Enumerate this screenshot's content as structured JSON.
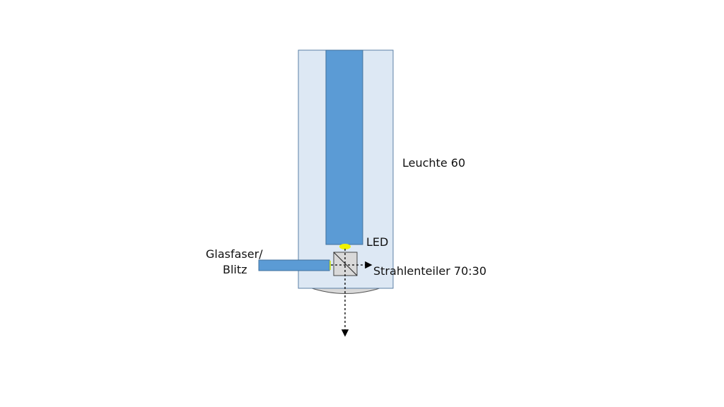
{
  "labels": {
    "lamp": "Leuchte 60",
    "led": "LED",
    "fiber_line1": "Glasfaser/",
    "fiber_line2": "Blitz",
    "splitter": "Strahlenteiler 70:30"
  },
  "colors": {
    "housing_fill": "#dde8f4",
    "housing_stroke": "#5b7fa6",
    "bar_fill": "#5b9bd5",
    "led": "#f2f200",
    "cube_fill": "#d9d9d9",
    "lens_fill": "#d9d9d9"
  }
}
